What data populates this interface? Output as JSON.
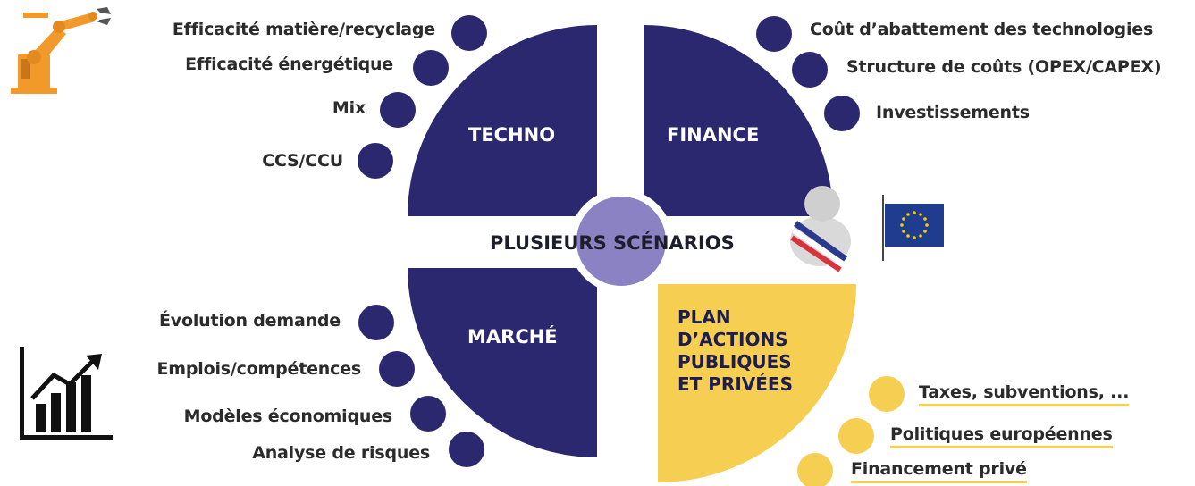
{
  "colors": {
    "navy": "#2b2870",
    "yellow": "#f6cf52",
    "center": "#8a82c3",
    "robot": "#f2992c"
  },
  "icons": [
    "industrial-robot-arm-icon",
    "bar-chart-growth-icon",
    "mayor-sash-person-icon",
    "eu-flag-icon"
  ],
  "center": {
    "title": "PLUSIEURS SCÉNARIOS"
  },
  "quadrants": {
    "techno": {
      "title": "TECHNO",
      "items": [
        "Efficacité matière/recyclage",
        "Efficacité énergétique",
        "Mix",
        "CCS/CCU"
      ]
    },
    "finance": {
      "title": "FINANCE",
      "items": [
        "Coût d’abattement des technologies",
        "Structure de coûts (OPEX/CAPEX)",
        "Investissements"
      ]
    },
    "marche": {
      "title": "MARCHÉ",
      "items": [
        "Évolution demande",
        "Emplois/compétences",
        "Modèles économiques",
        "Analyse de risques"
      ]
    },
    "plan": {
      "title_lines": [
        "PLAN",
        "D’ACTIONS",
        "PUBLIQUES",
        "ET PRIVÉES"
      ],
      "items": [
        "Taxes, subventions, ...",
        "Politiques européennes",
        "Financement privé"
      ]
    }
  }
}
